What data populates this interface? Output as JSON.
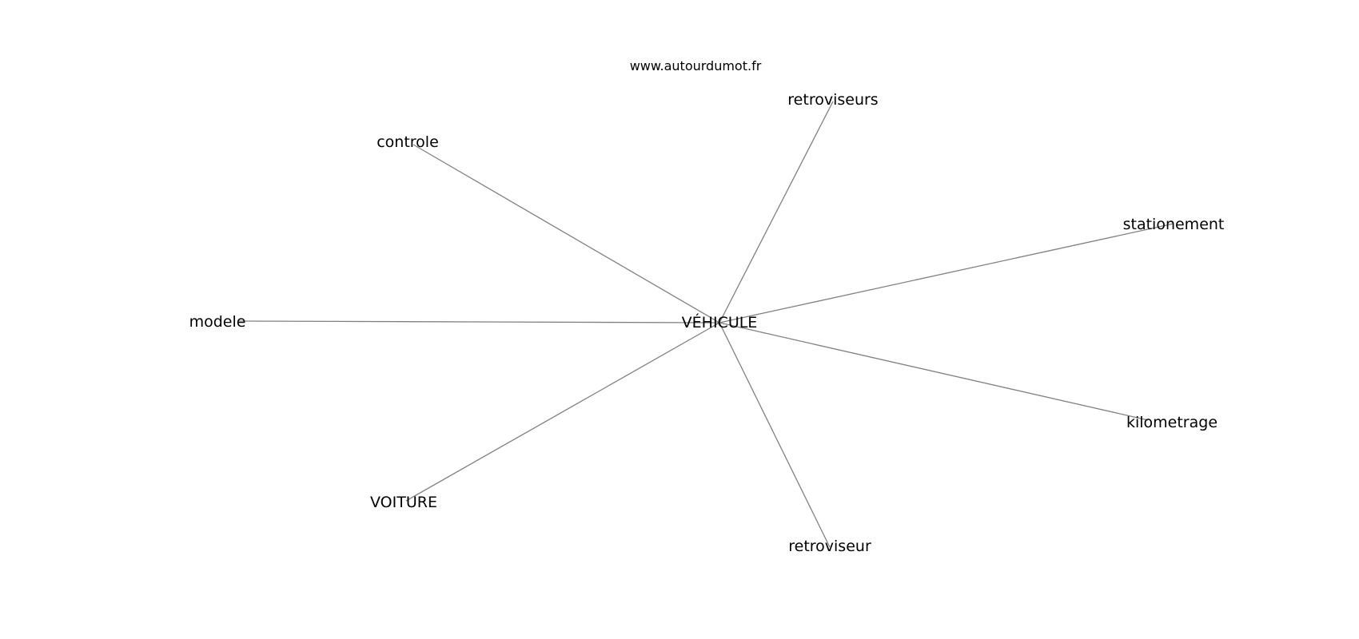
{
  "header": {
    "site": "www.autourdumot.fr"
  },
  "graph": {
    "center": "VÉHICULE",
    "nodes": [
      {
        "id": "retroviseurs",
        "label": "retroviseurs"
      },
      {
        "id": "controle",
        "label": "controle"
      },
      {
        "id": "stationement",
        "label": "stationement"
      },
      {
        "id": "modele",
        "label": "modele"
      },
      {
        "id": "kilometrage",
        "label": "kilometrage"
      },
      {
        "id": "voiture",
        "label": "VOITURE"
      },
      {
        "id": "retroviseur",
        "label": "retroviseur"
      }
    ],
    "edge_color": "#808080"
  }
}
